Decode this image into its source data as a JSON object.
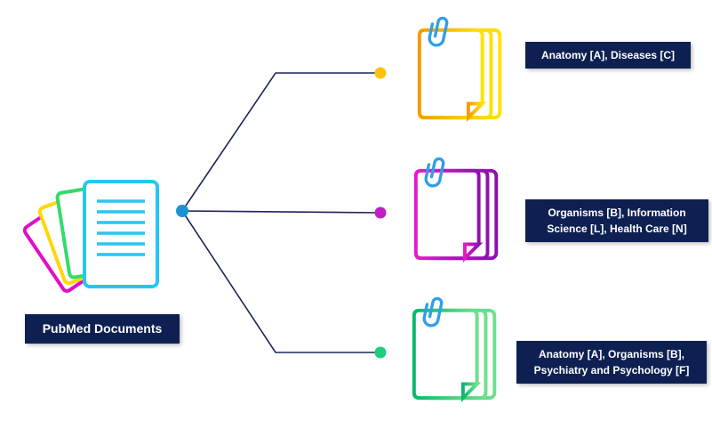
{
  "diagram": {
    "source": {
      "label": "PubMed Documents",
      "doc_colors": [
        "#E10EC9",
        "#FFD60A",
        "#35DB6B",
        "#26C6F5"
      ]
    },
    "hub_color": "#1993D3",
    "line_color": "#1B2558",
    "label_bg": "#0E2052",
    "label_text_color": "#FFFFFF",
    "branches": [
      {
        "label": "Anatomy [A], Diseases [C]",
        "dot_color": "#FFC20A",
        "doc_gradient": [
          "#F59A00",
          "#FFE100"
        ],
        "clip_color": "#2E9FE8"
      },
      {
        "label": "Organisms [B], Information Science [L], Health Care [N]",
        "dot_color": "#C020C0",
        "doc_gradient": [
          "#E819C8",
          "#8A12B0"
        ],
        "clip_color": "#2E9FE8"
      },
      {
        "label": "Anatomy [A], Organisms [B], Psychiatry and Psychology [F]",
        "dot_color": "#1ECD7E",
        "doc_gradient": [
          "#0AB86B",
          "#6FE08C"
        ],
        "clip_color": "#2E9FE8"
      }
    ]
  },
  "icons": {
    "paperclip": "paperclip-icon",
    "document": "document-outline-icon",
    "source_stack": "stacked-documents-icon"
  }
}
